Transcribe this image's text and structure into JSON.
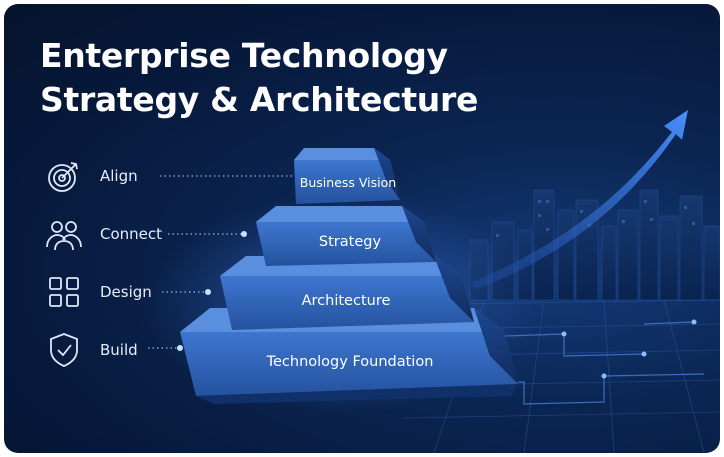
{
  "title": {
    "line1": "Enterprise Technology",
    "line2": "Strategy & Architecture"
  },
  "side_items": [
    {
      "label": "Align",
      "icon": "target-icon"
    },
    {
      "label": "Connect",
      "icon": "people-icon"
    },
    {
      "label": "Design",
      "icon": "grid-icon"
    },
    {
      "label": "Build",
      "icon": "shield-check-icon"
    }
  ],
  "pyramid": {
    "levels": [
      {
        "label": "Business Vision"
      },
      {
        "label": "Strategy"
      },
      {
        "label": "Architecture"
      },
      {
        "label": "Technology Foundation"
      }
    ]
  },
  "colors": {
    "background": "#071a3d",
    "pyramid_face": "#2f63b8",
    "pyramid_side": "#163c7c",
    "arrow": "#3f86ff",
    "accent": "#6fa8ff"
  }
}
